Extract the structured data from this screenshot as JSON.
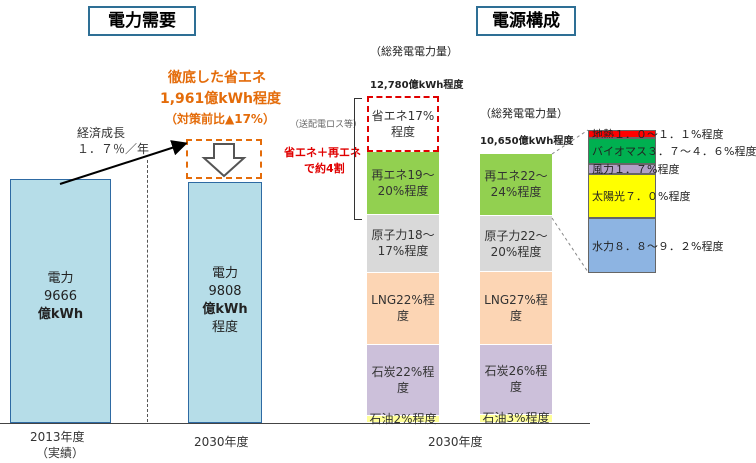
{
  "titles": {
    "demand": "電力需要",
    "supply": "電源構成"
  },
  "demand": {
    "growth_label": "経済成長",
    "growth_value": "１．７％／年",
    "savings_title": "徹底した省エネ",
    "savings_amount": "1,961億kWh程度",
    "savings_note": "（対策前比▲17%）",
    "loss_note": "（送配電ロス等）",
    "bar_2013_l1": "電力",
    "bar_2013_l2": "9666",
    "bar_2013_l3": "億kWh",
    "bar_2030_l1": "電力",
    "bar_2030_l2": "9808",
    "bar_2030_l3": "億kWh",
    "bar_2030_l4": "程度",
    "year_2013": "2013年度",
    "year_2013_note": "（実績）",
    "year_2030": "2030年度"
  },
  "supply": {
    "total_gen_label_a": "（総発電電力量）",
    "total_a": "12,780億kWh程度",
    "total_gen_label_b": "（総発電電力量）",
    "total_b": "10,650億kWh程度",
    "combined_note_l1": "省エネ＋再エネ",
    "combined_note_l2": "で約4割",
    "year": "2030年度"
  },
  "chart_data": [
    {
      "type": "bar",
      "title": "電力需要",
      "categories": [
        "2013年度（実績）",
        "2030年度"
      ],
      "values": [
        9666,
        9808
      ],
      "unit": "億kWh",
      "annotations": [
        "経済成長 １．７％／年",
        "徹底した省エネ 1,961億kWh程度（対策前比▲17%）"
      ]
    },
    {
      "type": "bar",
      "title": "電源構成",
      "subtype": "stacked",
      "columns": [
        {
          "total_label": "12,780億kWh程度",
          "segments": [
            {
              "name": "省エネ17%程度",
              "value": 17,
              "color": "#ffffff"
            },
            {
              "name": "再エネ19～20%程度",
              "value": 19.5,
              "color": "#92d050"
            },
            {
              "name": "原子力18～17%程度",
              "value": 17.5,
              "color": "#d9d9d9"
            },
            {
              "name": "LNG22%程度",
              "value": 22,
              "color": "#fcd5b4"
            },
            {
              "name": "石炭22%程度",
              "value": 22,
              "color": "#ccc0da"
            },
            {
              "name": "石油2%程度",
              "value": 2,
              "color": "#ffff99"
            }
          ]
        },
        {
          "total_label": "10,650億kWh程度",
          "segments": [
            {
              "name": "再エネ22～24%程度",
              "value": 23,
              "color": "#92d050"
            },
            {
              "name": "原子力22～20%程度",
              "value": 21,
              "color": "#d9d9d9"
            },
            {
              "name": "LNG27%程度",
              "value": 27,
              "color": "#fcd5b4"
            },
            {
              "name": "石炭26%程度",
              "value": 26,
              "color": "#ccc0da"
            },
            {
              "name": "石油3%程度",
              "value": 3,
              "color": "#ffff99"
            }
          ]
        }
      ],
      "renewables_breakdown": [
        {
          "name": "地熱１．０～１．１%程度",
          "value": 1.05,
          "color": "#ff0000"
        },
        {
          "name": "バイオマス３．７～４．６%程度",
          "value": 4.15,
          "color": "#00b050"
        },
        {
          "name": "風力１．７%程度",
          "value": 1.7,
          "color": "#b1a0c7"
        },
        {
          "name": "太陽光７．０%程度",
          "value": 7.0,
          "color": "#ffff00"
        },
        {
          "name": "水力８．８～９．２%程度",
          "value": 9.0,
          "color": "#8db4e2"
        }
      ]
    }
  ]
}
